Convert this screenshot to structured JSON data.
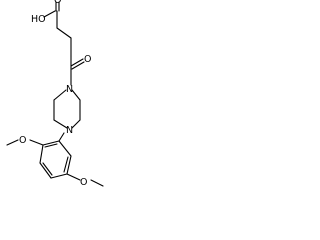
{
  "molecule": {
    "atoms": {
      "hydroxyl": "HO",
      "acid_oxygen": "O",
      "ketone_oxygen": "O",
      "nitrogen_top": "N",
      "nitrogen_bottom": "N",
      "methoxy_left_oxygen": "O",
      "methoxy_right_oxygen": "O"
    }
  }
}
